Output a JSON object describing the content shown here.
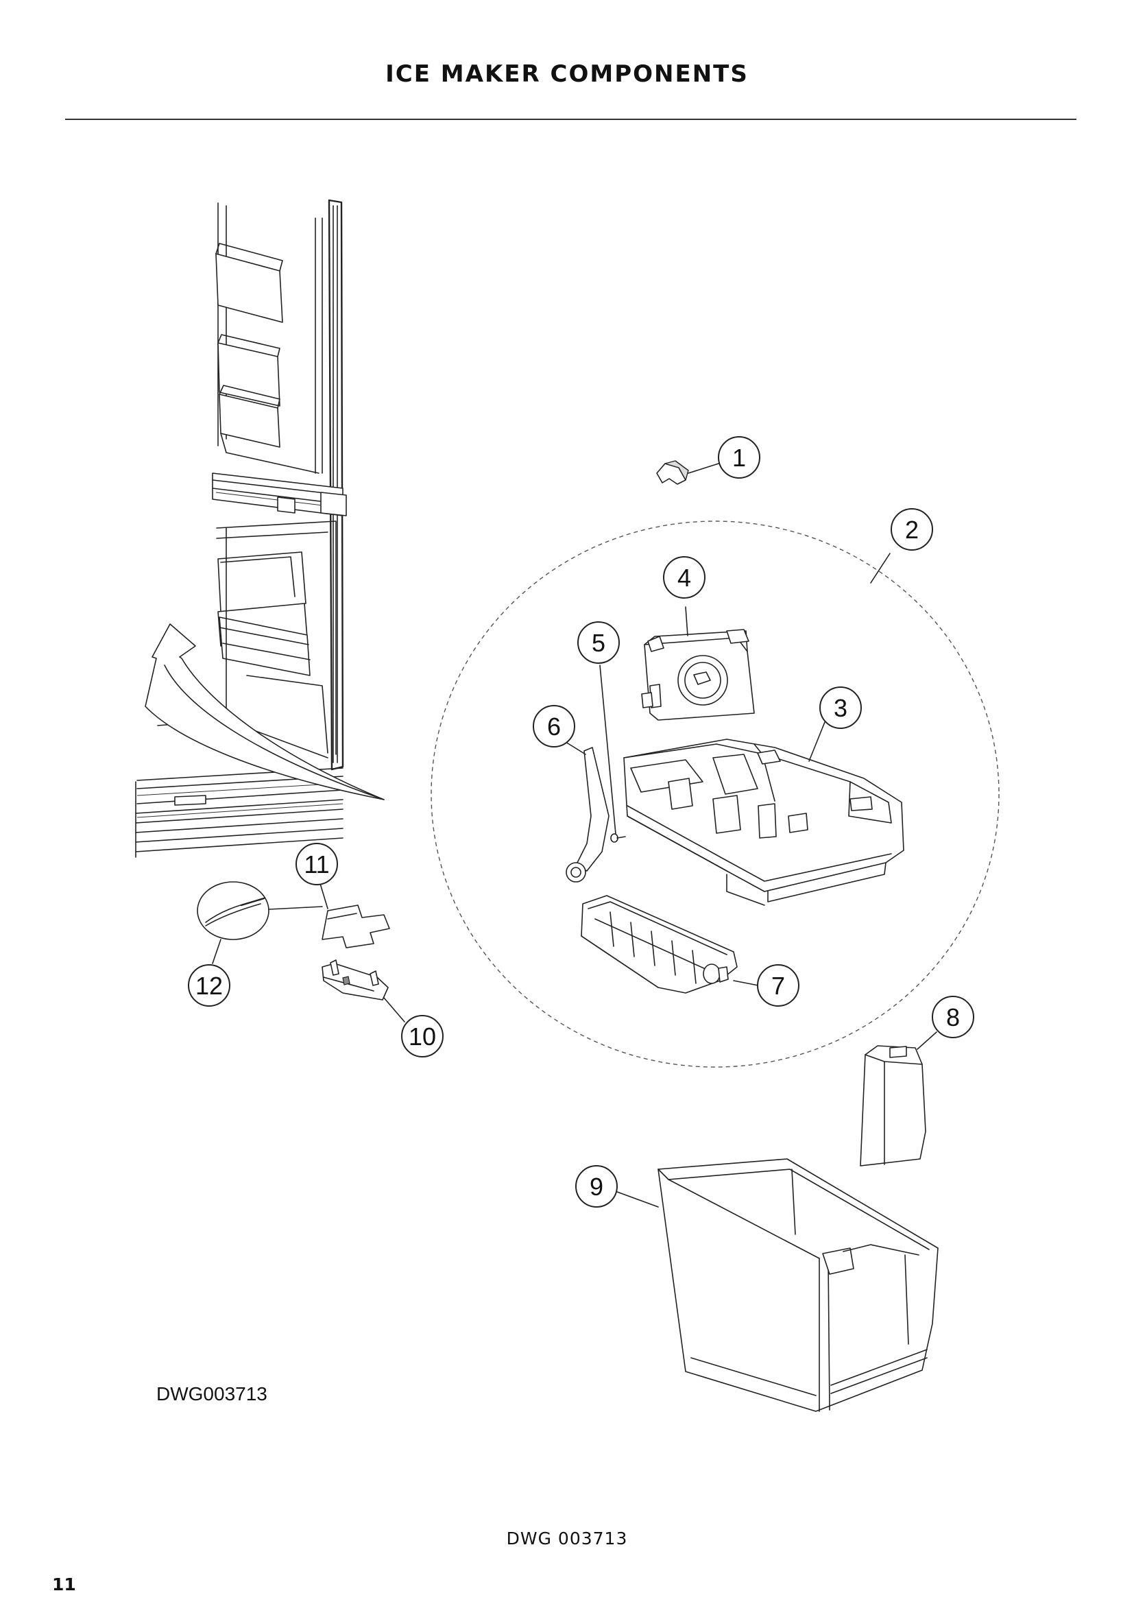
{
  "page": {
    "title": "ICE MAKER COMPONENTS",
    "drawing_code": "DWG003713",
    "footer_code": "DWG 003713",
    "page_number": "11"
  },
  "callouts": [
    "1",
    "2",
    "3",
    "4",
    "5",
    "6",
    "7",
    "8",
    "9",
    "10",
    "11",
    "12"
  ]
}
